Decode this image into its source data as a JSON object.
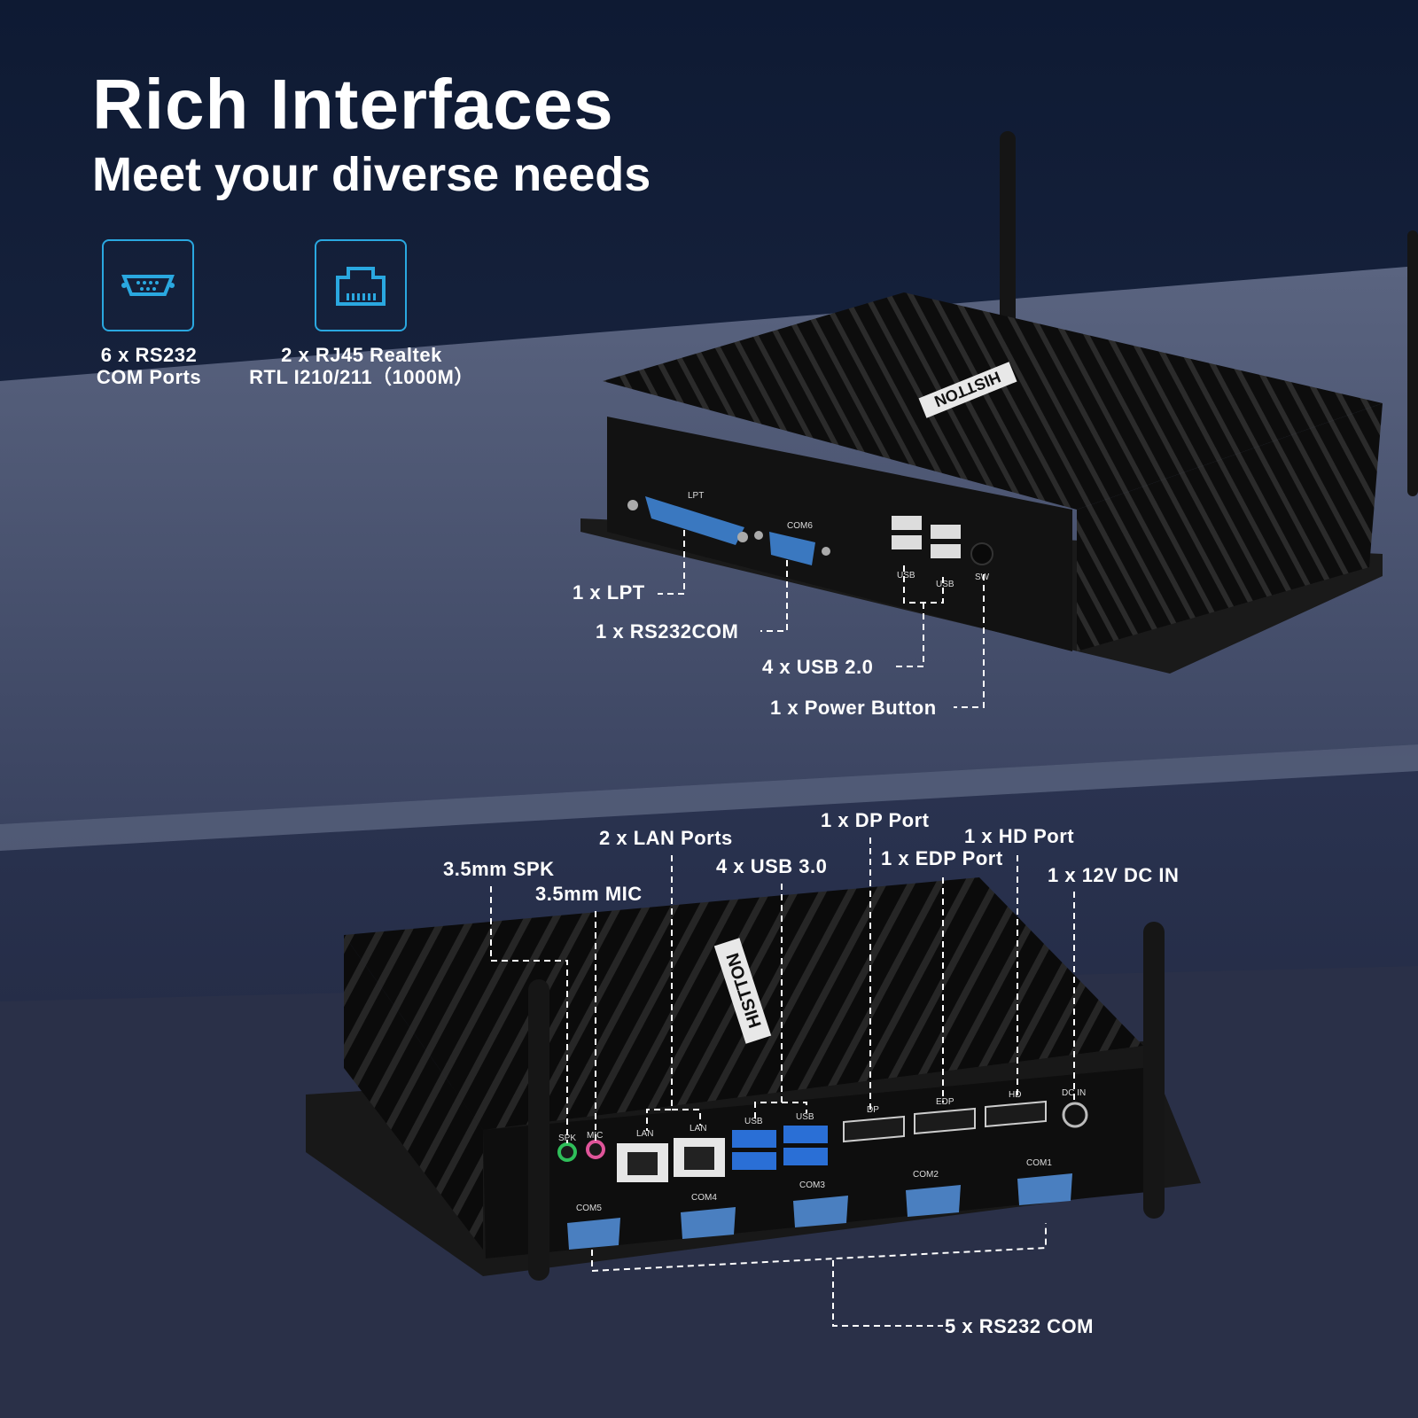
{
  "header": {
    "title": "Rich Interfaces",
    "subtitle": "Meet your diverse needs"
  },
  "features": [
    {
      "icon": "serial-port-icon",
      "label_line1": "6 x RS232",
      "label_line2": "COM Ports"
    },
    {
      "icon": "ethernet-port-icon",
      "label_line1": "2 x RJ45 Realtek",
      "label_line2": "RTL I210/211（1000M）"
    }
  ],
  "top_device": {
    "brand": "HISTTON",
    "port_marks": {
      "lpt": "LPT",
      "com6": "COM6",
      "usb1": "USB",
      "usb2": "USB",
      "sw": "SW"
    },
    "callouts": {
      "lpt": "1 x LPT",
      "rs232": "1 x RS232COM",
      "usb2": "4 x USB 2.0",
      "power": "1 x Power Button"
    }
  },
  "bottom_device": {
    "brand": "HISTTON",
    "port_marks": {
      "spk": "SPK",
      "mic": "MIC",
      "lan1": "LAN",
      "lan2": "LAN",
      "usb1": "USB",
      "usb2": "USB",
      "dp": "DP",
      "edp": "EDP",
      "hd": "HD",
      "dcin": "DC IN",
      "com1": "COM1",
      "com2": "COM2",
      "com3": "COM3",
      "com4": "COM4",
      "com5": "COM5"
    },
    "callouts": {
      "spk": "3.5mm SPK",
      "mic": "3.5mm MIC",
      "lan": "2 x LAN Ports",
      "usb3": "4 x USB 3.0",
      "dp": "1 x DP Port",
      "edp": "1 x EDP Port",
      "hd": "1 x HD Port",
      "dc": "1 x 12V DC IN",
      "com": "5 x RS232 COM"
    }
  },
  "colors": {
    "accent": "#2aa8e0",
    "port_blue": "#4a7fc0",
    "callout_line": "#ffffff",
    "chassis": "#111111"
  }
}
